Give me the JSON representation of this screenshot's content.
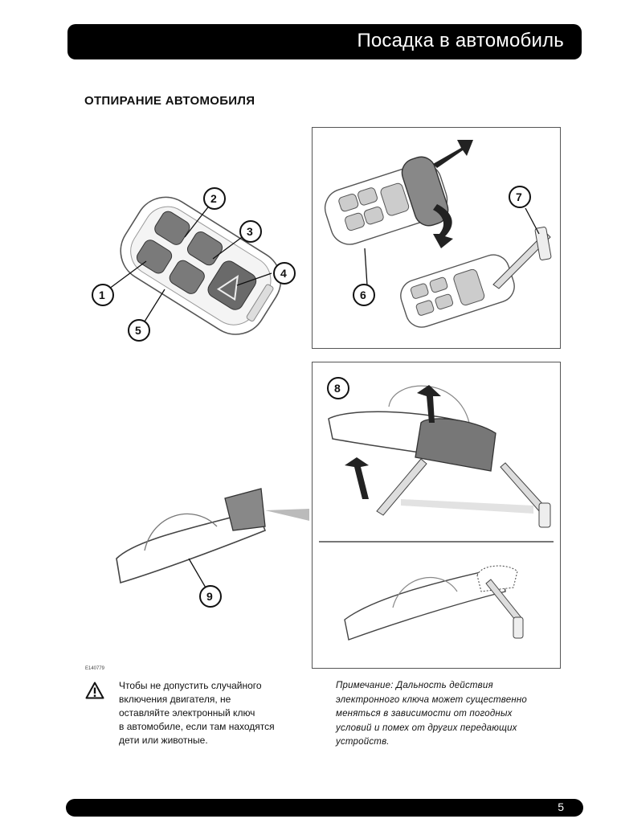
{
  "header": {
    "title": "Посадка в автомобиль"
  },
  "section": {
    "heading": "ОТПИРАНИЕ АВТОМОБИЛЯ"
  },
  "figure": {
    "code": "E140779",
    "callouts": [
      "1",
      "2",
      "3",
      "4",
      "5",
      "6",
      "7",
      "8",
      "9"
    ]
  },
  "warning": {
    "icon": "warning-triangle-icon",
    "lines": [
      "Чтобы не допустить случайного",
      "включения двигателя, не",
      "оставляйте электронный ключ",
      "в автомобиле, если там находятся",
      "дети или животные."
    ]
  },
  "note": {
    "lines": [
      "Примечание: Дальность действия",
      "электронного ключа может существенно",
      "меняться в зависимости от погодных",
      "условий и помех от других передающих",
      "устройств."
    ]
  },
  "footer": {
    "page_number": "5"
  }
}
